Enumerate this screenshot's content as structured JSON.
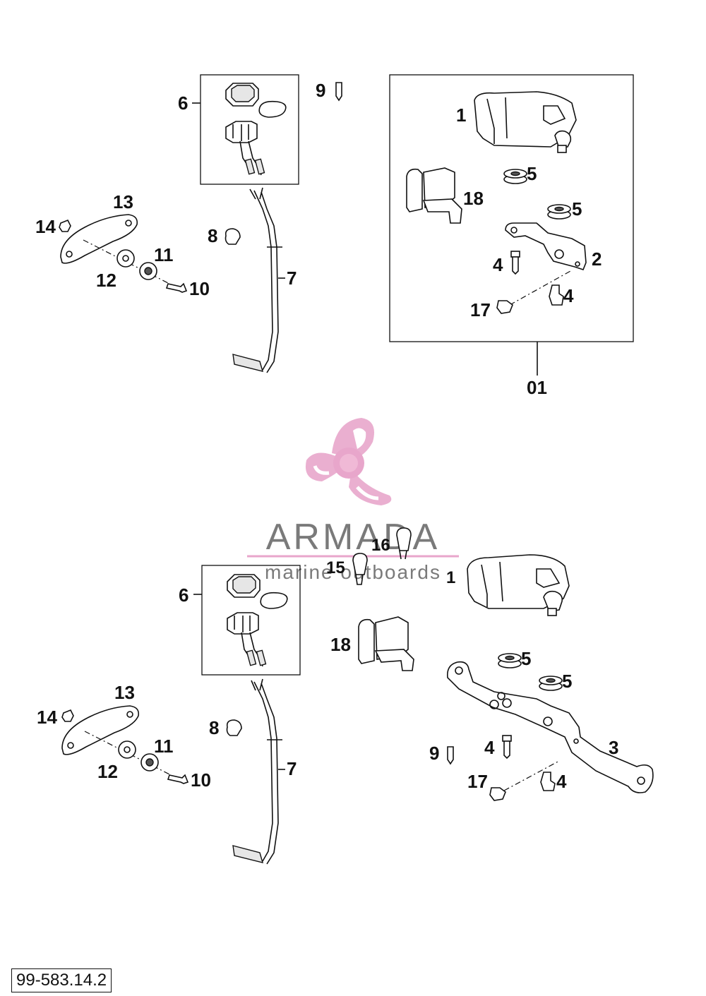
{
  "watermark": {
    "brand": "ARMADA",
    "tagline": "marine outboards",
    "accent_color": "#e8a6cb",
    "text_color": "#7a7a7a",
    "underline_color": "#e8a6cb"
  },
  "diagram_code": "99-583.14.2",
  "top_group": {
    "kit_label": "01",
    "labels": {
      "p1": "1",
      "p2": "2",
      "p4a": "4",
      "p4b": "4",
      "p5a": "5",
      "p5b": "5",
      "p6": "6",
      "p7": "7",
      "p8": "8",
      "p9": "9",
      "p10": "10",
      "p11": "11",
      "p12": "12",
      "p13": "13",
      "p14": "14",
      "p17": "17",
      "p18": "18"
    }
  },
  "bottom_group": {
    "labels": {
      "p1": "1",
      "p3": "3",
      "p4a": "4",
      "p4b": "4",
      "p5a": "5",
      "p5b": "5",
      "p6": "6",
      "p7": "7",
      "p8": "8",
      "p9": "9",
      "p10": "10",
      "p11": "11",
      "p12": "12",
      "p13": "13",
      "p14": "14",
      "p15": "15",
      "p16": "16",
      "p17": "17",
      "p18": "18"
    }
  }
}
